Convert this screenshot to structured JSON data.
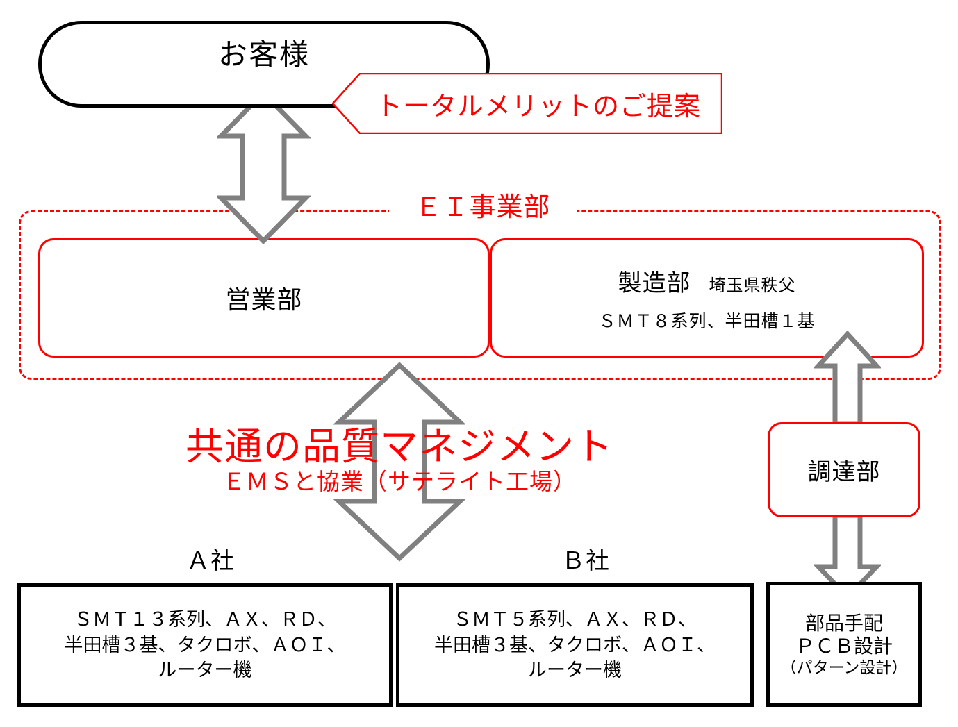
{
  "customer": {
    "label": "お客様"
  },
  "callout": {
    "label": "トータルメリットのご提案",
    "color": "#ff0000"
  },
  "division": {
    "title": "ＥＩ事業部",
    "border_color": "#ff0000",
    "sales": {
      "label": "営業部"
    },
    "manufacturing": {
      "title": "製造部",
      "site": "埼玉県秩父",
      "detail": "ＳＭＴ８系列、半田槽１基"
    }
  },
  "quality": {
    "headline": "共通の品質マネジメント",
    "subline": "ＥＭＳと協業（サテライト工場）",
    "color": "#ff0000"
  },
  "procurement": {
    "label": "調達部",
    "border_color": "#ff0000"
  },
  "partners": [
    {
      "tag": "Ａ社",
      "lines": "ＳＭＴ１３系列、ＡＸ、ＲＤ、\n半田槽３基、タクロボ、ＡＯＩ、\nルーター機"
    },
    {
      "tag": "Ｂ社",
      "lines": "ＳＭＴ５系列、ＡＸ、ＲＤ、\n半田槽３基、タクロボ、ＡＯＩ、\nルーター機"
    }
  ],
  "parts": {
    "line1": "部品手配",
    "line2": "ＰＣＢ設計",
    "line3": "（パターン設計）"
  },
  "arrows": {
    "customer_sales": "double-headed-vertical-arrow",
    "sales_partners": "double-headed-vertical-arrow",
    "procurement_manufacturing": "up-arrow",
    "procurement_parts": "down-arrow",
    "color": "#808080"
  }
}
